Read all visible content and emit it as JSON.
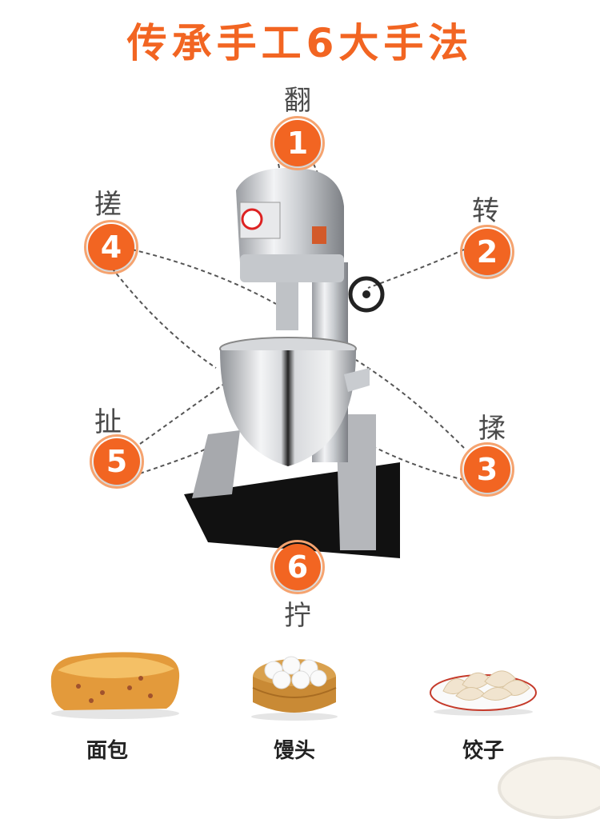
{
  "title": {
    "text_a": "传承手工",
    "text_num": "6",
    "text_b": "大手法"
  },
  "colors": {
    "accent": "#f26522",
    "ring": "#f5a36f",
    "label": "#4a4a4a"
  },
  "steps": [
    {
      "number": "1",
      "label": "翻"
    },
    {
      "number": "2",
      "label": "转"
    },
    {
      "number": "3",
      "label": "揉"
    },
    {
      "number": "4",
      "label": "搓"
    },
    {
      "number": "5",
      "label": "扯"
    },
    {
      "number": "6",
      "label": "拧"
    }
  ],
  "foods": [
    {
      "label": "面包",
      "icon": "bread-icon"
    },
    {
      "label": "馒头",
      "icon": "steamed-buns-icon"
    },
    {
      "label": "饺子",
      "icon": "dumplings-icon"
    }
  ]
}
